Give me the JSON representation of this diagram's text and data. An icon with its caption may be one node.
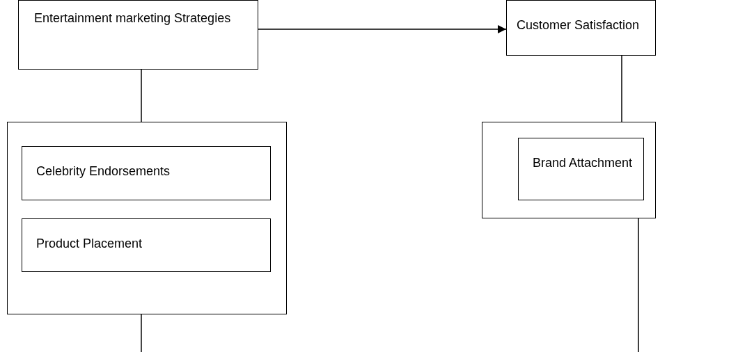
{
  "diagram": {
    "nodes": [
      {
        "text": [
          "Entertainment marketing Strategies"
        ]
      },
      {
        "text": [
          "Customer Satisfaction"
        ]
      },
      {
        "text": [],
        "shape": "box"
      },
      {
        "text": [
          "Celebrity Endorsements"
        ],
        "in": 2
      },
      {
        "text": [
          "Product Placement"
        ],
        "in": 2
      },
      {
        "text": [],
        "shape": "box"
      },
      {
        "text": [
          "Brand Attachment"
        ],
        "in": 5
      }
    ],
    "edges": [
      {
        "from": 0,
        "to": 1,
        "arrow": "to"
      },
      {
        "from": 0,
        "to": 2,
        "arrow": "none"
      },
      {
        "from": 1,
        "to": 5,
        "arrow": "none"
      },
      {
        "from": 2,
        "to": null,
        "arrow": "none"
      },
      {
        "from": 5,
        "to": null,
        "arrow": "none"
      }
    ]
  }
}
